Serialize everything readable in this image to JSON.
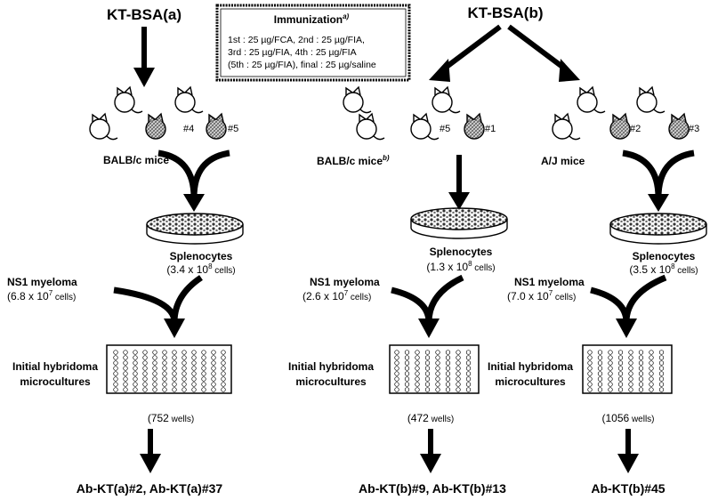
{
  "headers": {
    "left": "KT-BSA(a)",
    "right": "KT-BSA(b)"
  },
  "immunization": {
    "title": "Immunization",
    "title_sup": "a)",
    "lines": [
      "1st : 25 µg/FCA, 2nd : 25 µg/FIA,",
      "3rd : 25 µg/FIA, 4th : 25 µg/FIA",
      "(5th : 25 µg/FIA), final : 25 µg/saline"
    ]
  },
  "groups": {
    "left": {
      "mice_label": "BALB/c mice",
      "mice_label_sup": "",
      "tag_a": "#4",
      "tag_b": "#5",
      "splenocytes_label": "Splenocytes",
      "splenocytes_count_main": "(3.4 x 10",
      "splenocytes_count_exp": "8",
      "splenocytes_count_unit": " cells)",
      "myeloma_label": "NS1 myeloma",
      "myeloma_count_main": "(6.8 x 10",
      "myeloma_count_exp": "7",
      "myeloma_count_unit": " cells)",
      "hybridoma_line1": "Initial hybridoma",
      "hybridoma_line2": "microcultures",
      "wells_num": "(752",
      "wells_unit": " wells)",
      "antibodies": "Ab-KT(a)#2, Ab-KT(a)#37"
    },
    "middle": {
      "mice_label": "BALB/c mice",
      "mice_label_sup": "b)",
      "tag_a": "#5",
      "tag_b": "#1",
      "splenocytes_label": "Splenocytes",
      "splenocytes_count_main": "(1.3 x 10",
      "splenocytes_count_exp": "8",
      "splenocytes_count_unit": " cells)",
      "myeloma_label": "NS1 myeloma",
      "myeloma_count_main": "(2.6 x 10",
      "myeloma_count_exp": "7",
      "myeloma_count_unit": " cells)",
      "hybridoma_line1": "Initial hybridoma",
      "hybridoma_line2": "microcultures",
      "wells_num": "(472",
      "wells_unit": " wells)",
      "antibodies": "Ab-KT(b)#9, Ab-KT(b)#13"
    },
    "right": {
      "mice_label": "A/J mice",
      "mice_label_sup": "",
      "tag_a": "#2",
      "tag_b": "#3",
      "splenocytes_label": "Splenocytes",
      "splenocytes_count_main": "(3.5 x 10",
      "splenocytes_count_exp": "8",
      "splenocytes_count_unit": " cells)",
      "myeloma_label": "NS1 myeloma",
      "myeloma_count_main": "(7.0 x 10",
      "myeloma_count_exp": "7",
      "myeloma_count_unit": " cells)",
      "hybridoma_line1": "Initial hybridoma",
      "hybridoma_line2": "microcultures",
      "wells_num": "(1056",
      "wells_unit": " wells)",
      "antibodies": "Ab-KT(b)#45"
    }
  },
  "colors": {
    "line": "#000000",
    "mouse_fill": "#ffffff",
    "selected_mouse_fill": "#bdbdbd",
    "background": "#ffffff"
  }
}
